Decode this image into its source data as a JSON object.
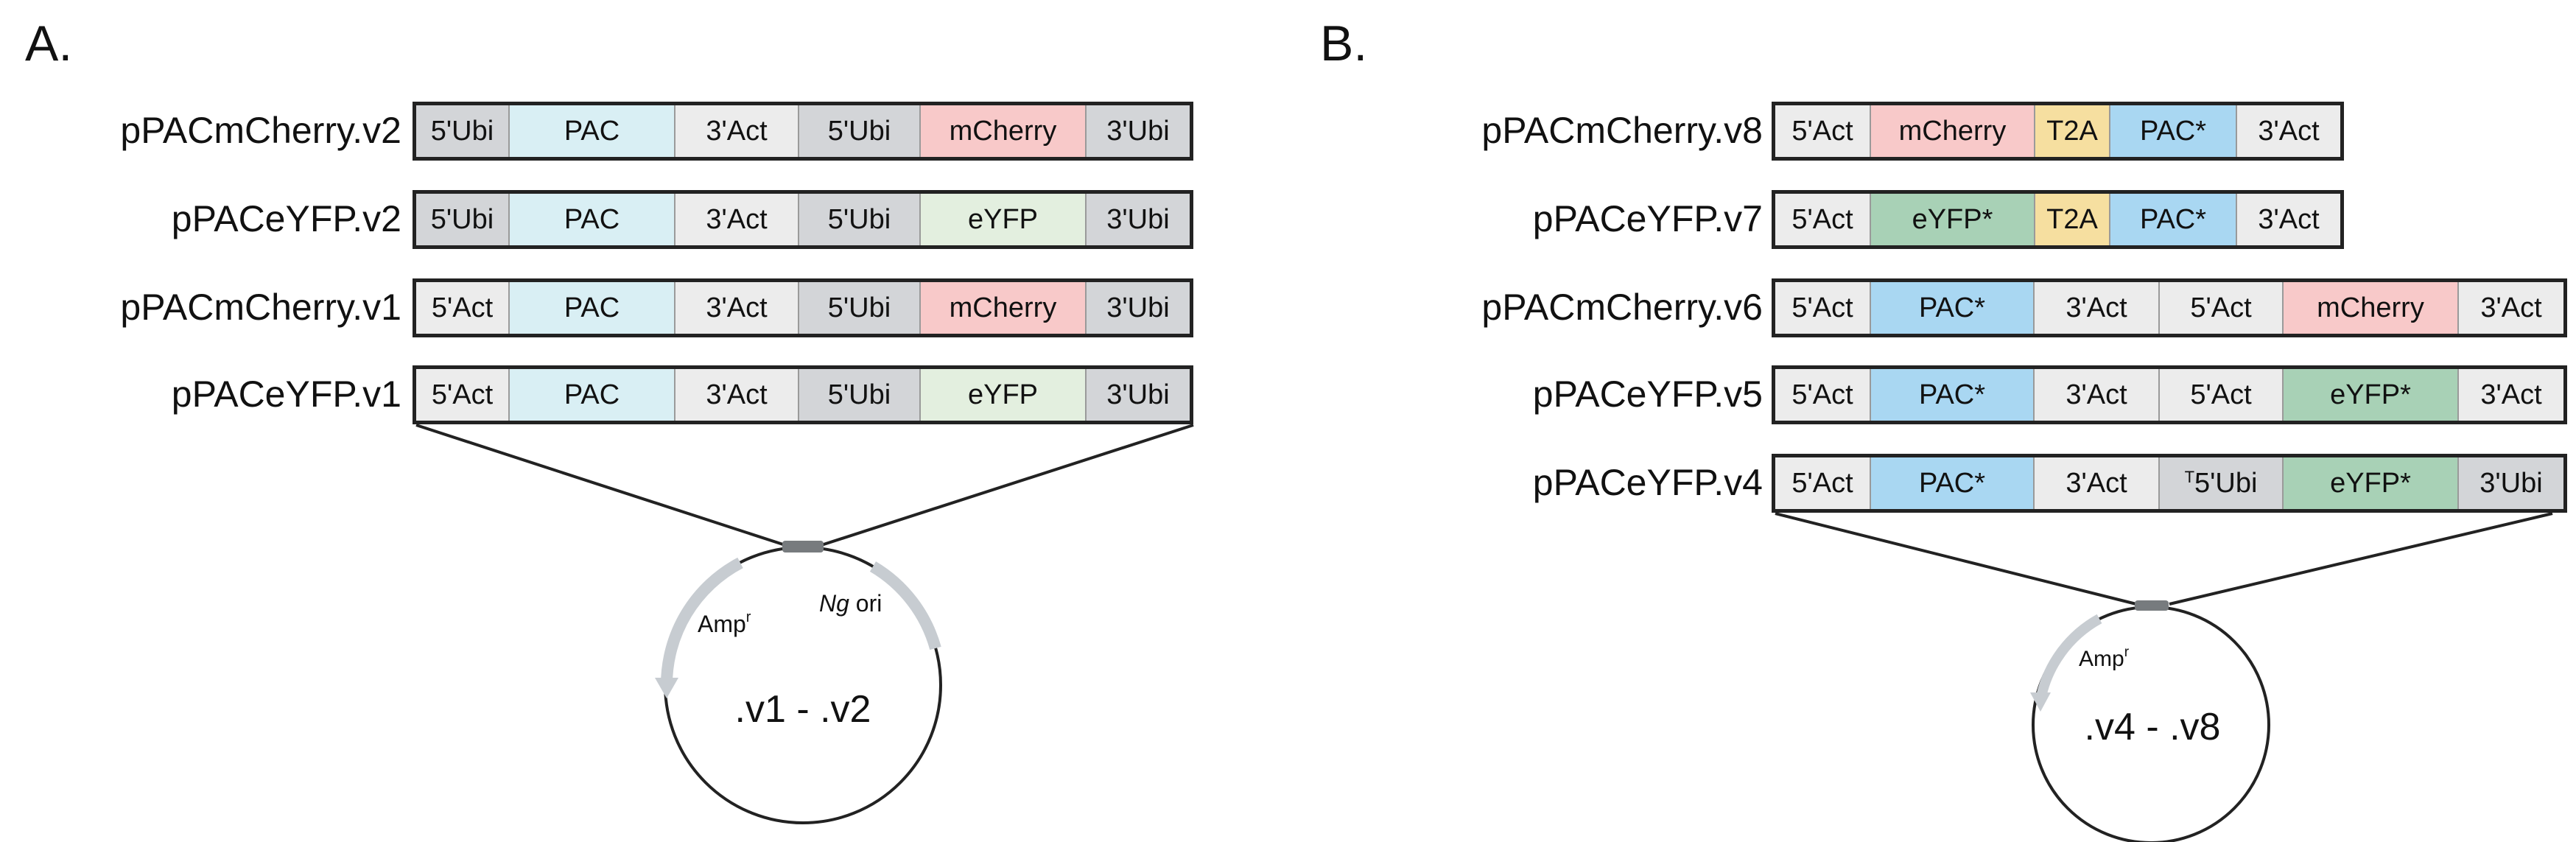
{
  "panels": [
    {
      "letter": "A.",
      "constructs": [
        {
          "name": "pPACmCherry.v2",
          "segments": [
            {
              "label": "5'Ubi",
              "kind": "ubi"
            },
            {
              "label": "PAC",
              "kind": "pac"
            },
            {
              "label": "3'Act",
              "kind": "act"
            },
            {
              "label": "5'Ubi",
              "kind": "ubi"
            },
            {
              "label": "mCherry",
              "kind": "mcherry"
            },
            {
              "label": "3'Ubi",
              "kind": "ubi"
            }
          ]
        },
        {
          "name": "pPACeYFP.v2",
          "segments": [
            {
              "label": "5'Ubi",
              "kind": "ubi"
            },
            {
              "label": "PAC",
              "kind": "pac"
            },
            {
              "label": "3'Act",
              "kind": "act"
            },
            {
              "label": "5'Ubi",
              "kind": "ubi"
            },
            {
              "label": "eYFP",
              "kind": "eyfp"
            },
            {
              "label": "3'Ubi",
              "kind": "ubi"
            }
          ]
        },
        {
          "name": "pPACmCherry.v1",
          "segments": [
            {
              "label": "5'Act",
              "kind": "act"
            },
            {
              "label": "PAC",
              "kind": "pac"
            },
            {
              "label": "3'Act",
              "kind": "act"
            },
            {
              "label": "5'Ubi",
              "kind": "ubi"
            },
            {
              "label": "mCherry",
              "kind": "mcherry"
            },
            {
              "label": "3'Ubi",
              "kind": "ubi"
            }
          ]
        },
        {
          "name": "pPACeYFP.v1",
          "segments": [
            {
              "label": "5'Act",
              "kind": "act"
            },
            {
              "label": "PAC",
              "kind": "pac"
            },
            {
              "label": "3'Act",
              "kind": "act"
            },
            {
              "label": "5'Ubi",
              "kind": "ubi"
            },
            {
              "label": "eYFP",
              "kind": "eyfp"
            },
            {
              "label": "3'Ubi",
              "kind": "ubi"
            }
          ]
        }
      ],
      "plasmid": {
        "center_label": ".v1 - .v2",
        "amp_label": "Amp",
        "amp_sup": "r",
        "ori_italic": "Ng",
        "ori_label": " ori"
      }
    },
    {
      "letter": "B.",
      "constructs": [
        {
          "name": "pPACmCherry.v8",
          "segments": [
            {
              "label": "5'Act",
              "kind": "act"
            },
            {
              "label": "mCherry",
              "kind": "mcherry"
            },
            {
              "label": "T2A",
              "kind": "t2a"
            },
            {
              "label": "PAC*",
              "kind": "pacstar"
            },
            {
              "label": "3'Act",
              "kind": "act"
            }
          ]
        },
        {
          "name": "pPACeYFP.v7",
          "segments": [
            {
              "label": "5'Act",
              "kind": "act"
            },
            {
              "label": "eYFP*",
              "kind": "eyfpstar"
            },
            {
              "label": "T2A",
              "kind": "t2a"
            },
            {
              "label": "PAC*",
              "kind": "pacstar"
            },
            {
              "label": "3'Act",
              "kind": "act"
            }
          ]
        },
        {
          "name": "pPACmCherry.v6",
          "segments": [
            {
              "label": "5'Act",
              "kind": "act"
            },
            {
              "label": "PAC*",
              "kind": "pacstar"
            },
            {
              "label": "3'Act",
              "kind": "act"
            },
            {
              "label": "5'Act",
              "kind": "act"
            },
            {
              "label": "mCherry",
              "kind": "mcherry"
            },
            {
              "label": "3'Act",
              "kind": "act"
            }
          ]
        },
        {
          "name": "pPACeYFP.v5",
          "segments": [
            {
              "label": "5'Act",
              "kind": "act"
            },
            {
              "label": "PAC*",
              "kind": "pacstar"
            },
            {
              "label": "3'Act",
              "kind": "act"
            },
            {
              "label": "5'Act",
              "kind": "act"
            },
            {
              "label": "eYFP*",
              "kind": "eyfpstar"
            },
            {
              "label": "3'Act",
              "kind": "act"
            }
          ]
        },
        {
          "name": "pPACeYFP.v4",
          "segments": [
            {
              "label": "5'Act",
              "kind": "act"
            },
            {
              "label": "PAC*",
              "kind": "pacstar"
            },
            {
              "label": "3'Act",
              "kind": "act"
            },
            {
              "label": "5'Ubi",
              "kind": "ubi",
              "sup": "T"
            },
            {
              "label": "eYFP*",
              "kind": "eyfpstar"
            },
            {
              "label": "3'Ubi",
              "kind": "ubi"
            }
          ]
        }
      ],
      "plasmid": {
        "center_label": ".v4 - .v8",
        "amp_label": "Amp",
        "amp_sup": "r"
      }
    }
  ],
  "colors": {
    "ubi": "#d3d5d8",
    "act": "#ececec",
    "pac": "#d9eff4",
    "pacstar": "#a9d7f2",
    "mcherry": "#f8c9c9",
    "eyfp": "#e3efdf",
    "eyfpstar": "#a8d1b6",
    "t2a": "#f6dfa0",
    "outline": "#222222",
    "marker": "#777b7e",
    "amp_arrow": "#c7ccd1"
  }
}
